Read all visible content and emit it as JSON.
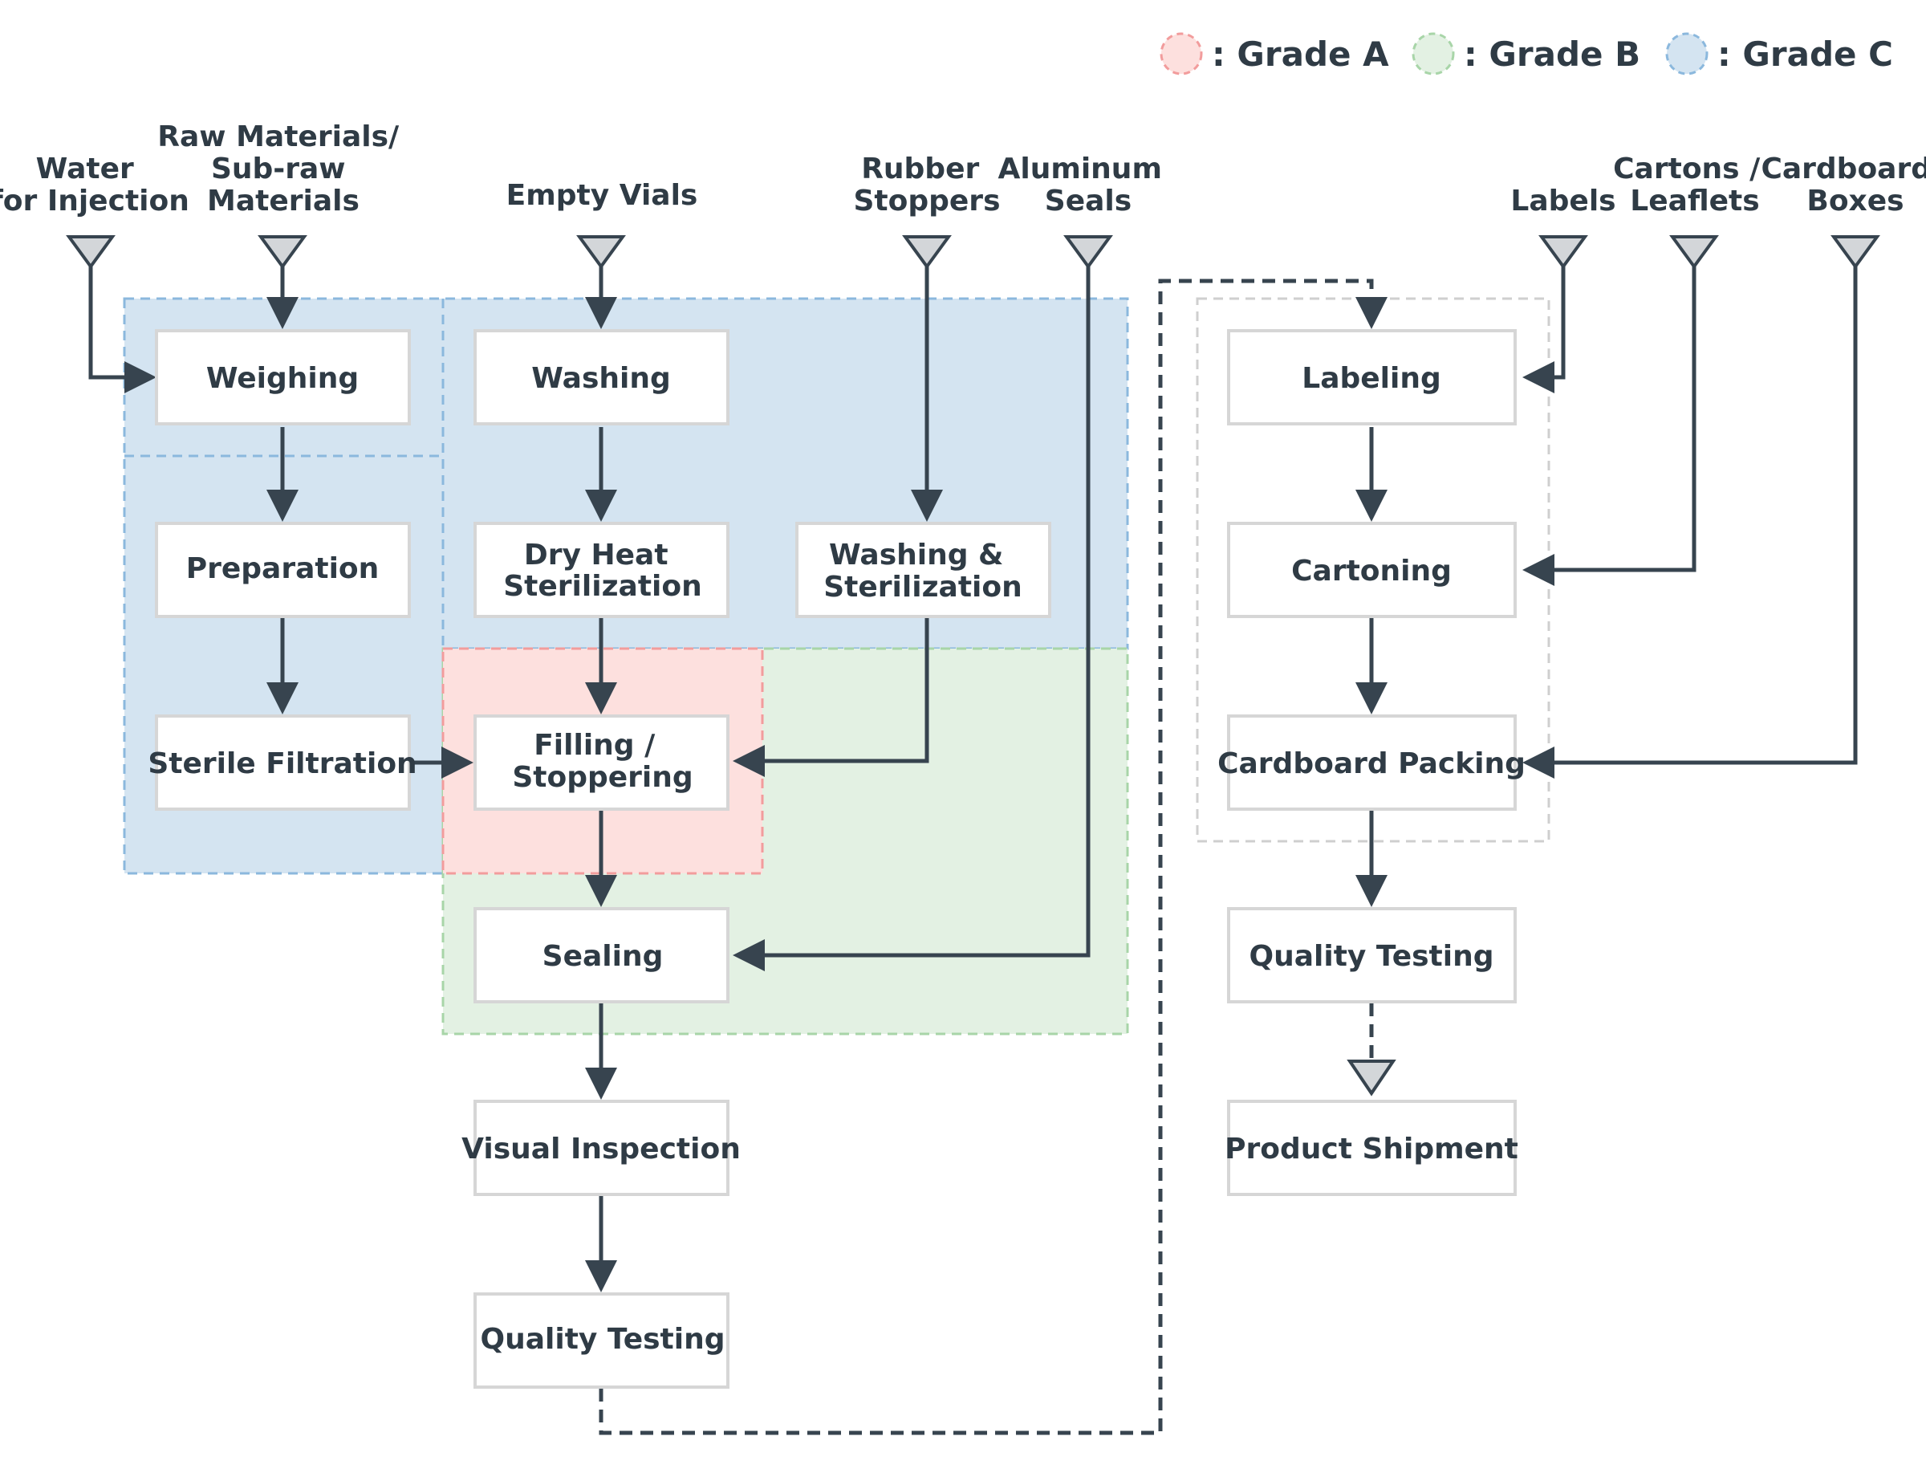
{
  "legend": {
    "grade_a": {
      "label": ": Grade A",
      "color": "#f29c9c"
    },
    "grade_b": {
      "label": ": Grade B",
      "color": "#a8d5a8"
    },
    "grade_c": {
      "label": ": Grade C",
      "color": "#8bb8dd"
    }
  },
  "inputs": {
    "water": [
      "Water",
      "for Injection"
    ],
    "raw_materials": [
      "Raw Materials/",
      "Sub-raw",
      "Materials"
    ],
    "empty_vials": [
      "Empty Vials"
    ],
    "rubber_stoppers": [
      "Rubber",
      "Stoppers"
    ],
    "aluminum_seals": [
      "Aluminum",
      "Seals"
    ],
    "labels": [
      "Labels"
    ],
    "cartons": [
      "Cartons /",
      "Leaflets"
    ],
    "cardboard_boxes": [
      "Cardboard",
      "Boxes"
    ]
  },
  "steps": {
    "weighing": [
      "Weighing"
    ],
    "preparation": [
      "Preparation"
    ],
    "sterile_filtration": [
      "Sterile Filtration"
    ],
    "washing": [
      "Washing"
    ],
    "dry_heat": [
      "Dry Heat",
      "Sterilization"
    ],
    "washing_sterilization": [
      "Washing &",
      "Sterilization"
    ],
    "filling": [
      "Filling /",
      "Stoppering"
    ],
    "sealing": [
      "Sealing"
    ],
    "visual_inspection": [
      "Visual Inspection"
    ],
    "quality_testing_1": [
      "Quality Testing"
    ],
    "labeling": [
      "Labeling"
    ],
    "cartoning": [
      "Cartoning"
    ],
    "cardboard_packing": [
      "Cardboard Packing"
    ],
    "quality_testing_2": [
      "Quality Testing"
    ],
    "product_shipment": [
      "Product Shipment"
    ]
  },
  "colors": {
    "grade_a_fill": "#fde0de",
    "grade_b_fill": "#e3f1e3",
    "grade_c_fill": "#d4e4f1",
    "arrow": "#37444f",
    "box_border": "#d6d6d6"
  }
}
